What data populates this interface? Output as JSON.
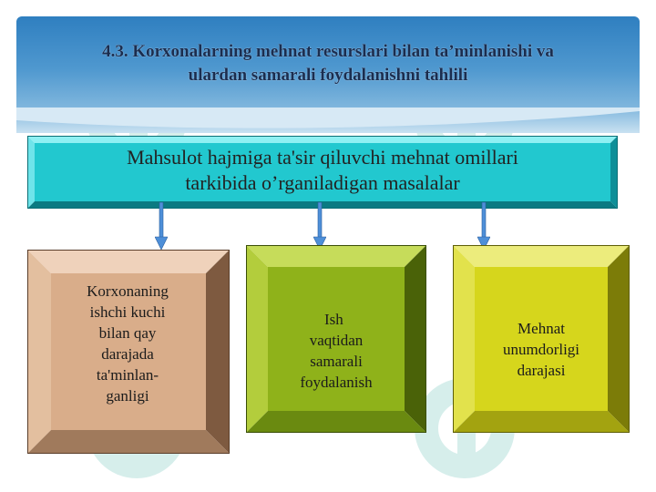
{
  "slide": {
    "title_line1": "4.3. Korxonalarning mehnat resurslari bilan ta’minlanishi va",
    "title_line2": "ulardan samarali foydalanishni tahlili",
    "main_box_line1": "Mahsulot hajmiga ta'sir qiluvchi mehnat omillari",
    "main_box_line2": "tarkibida o’rganiladigan masalalar",
    "boxes": [
      {
        "lines": [
          "Korxonaning",
          "ishchi kuchi",
          "bilan qay",
          "darajada",
          "ta'minlan-",
          "ganligi"
        ]
      },
      {
        "lines": [
          "Ish",
          "vaqtidan",
          "samarali",
          "foydalanish"
        ]
      },
      {
        "lines": [
          "Mehnat",
          "unumdorligi",
          "darajasi"
        ]
      }
    ]
  },
  "colors": {
    "header_top": "#2f7fc0",
    "main_box_fill": "#22c8cf",
    "box1_fill": "#d9ad8a",
    "box2_fill": "#8fb21a",
    "box3_fill": "#d6d61c",
    "arrow": "#3a7fd0"
  }
}
